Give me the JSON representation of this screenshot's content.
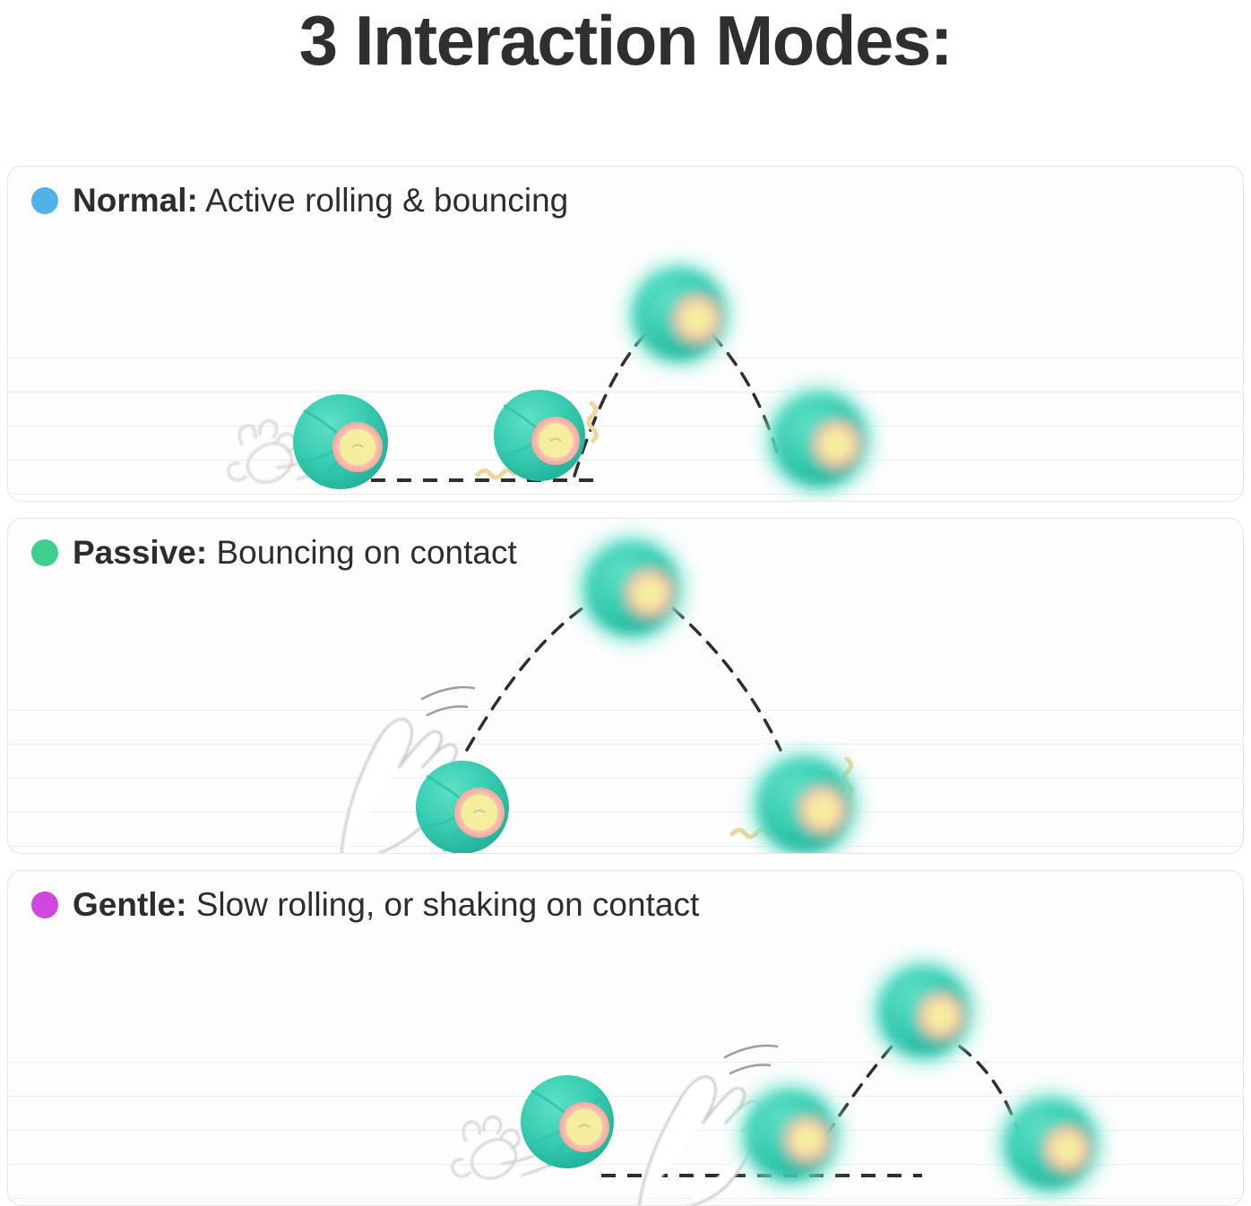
{
  "title": "3 Interaction Modes:",
  "modes": [
    {
      "id": "normal",
      "name": "Normal:",
      "description": "Active rolling & bouncing",
      "dot_color": "#4FB3E8",
      "dot_icon": "blue-status-dot-icon"
    },
    {
      "id": "passive",
      "name": "Passive:",
      "description": "Bouncing on contact",
      "dot_color": "#3ECE8E",
      "dot_icon": "green-status-dot-icon"
    },
    {
      "id": "gentle",
      "name": "Gentle:",
      "description": "Slow rolling, or shaking on contact",
      "dot_color": "#CF47DC",
      "dot_icon": "magenta-status-dot-icon"
    }
  ],
  "colors": {
    "ball_teal": "#38CDB2",
    "ball_teal_dark": "#21B79C",
    "ball_center_yellow": "#F6F0A0",
    "ball_center_pink": "#F7B6AE",
    "path_dash": "#2e2e2e",
    "vibration_squiggle": "#EDD79A",
    "paw_outline": "#c9c9c9",
    "gridline": "#ededed",
    "card_border": "#e6e6e6",
    "title_text": "#2f2f2f"
  },
  "scene_labels": {
    "ball": "toy-ball",
    "ball_blurred": "toy-ball-motion-blur",
    "paw": "cat-paw",
    "paw_print": "paw-print-trail",
    "arc_path": "bounce-trajectory-path",
    "ground_path": "rolling-path",
    "squiggle": "vibration-lines"
  }
}
